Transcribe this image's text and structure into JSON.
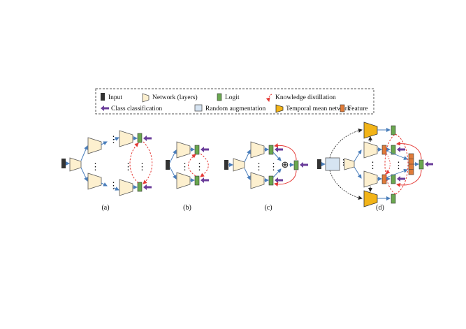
{
  "legend": {
    "input": "Input",
    "network": "Network (layers)",
    "logit": "Logit",
    "knowledge_distillation": "Knowledge distillation",
    "class_classification": "Class classification",
    "random_augmentation": "Random augmentation",
    "temporal_mean_network": "Temporal mean network",
    "feature": "Feature"
  },
  "panels": {
    "a": "(a)",
    "b": "(b)",
    "c": "(c)",
    "d": "(d)"
  },
  "symbols": {
    "ensemble": "⊕",
    "vdots": "⋮"
  },
  "colors": {
    "input": "#333333",
    "network": "#fdf0cf",
    "logit": "#6aa84f",
    "arrow": "#4a7ebb",
    "distill": "#e53935",
    "class_arrow": "#6a3d9a",
    "augmentation": "#d6e4f2",
    "temporal": "#f2b418",
    "feature": "#e07b39"
  }
}
